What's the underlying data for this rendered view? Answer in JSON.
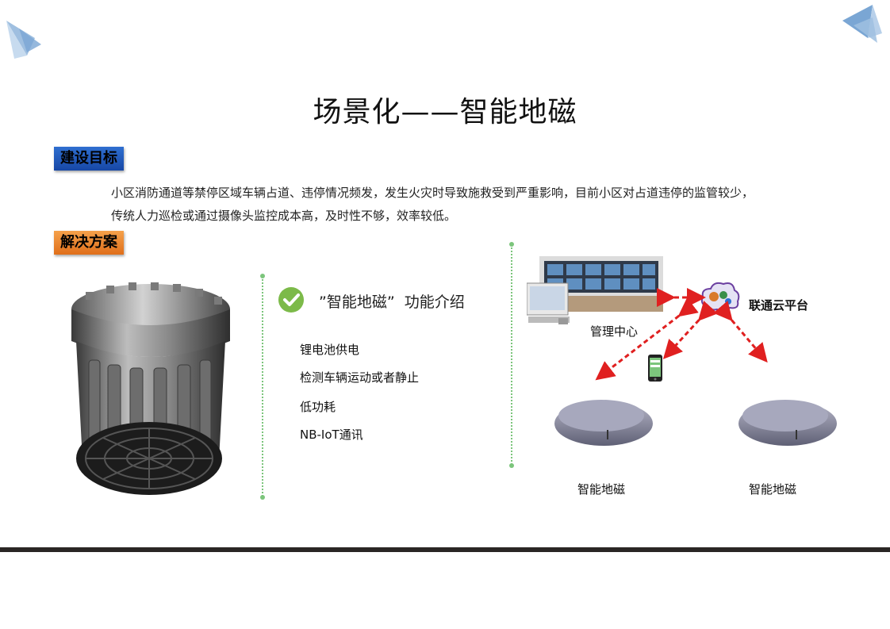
{
  "title": "场景化——智能地磁",
  "sections": {
    "goal": {
      "label": "建设目标",
      "paragraph": [
        "小区消防通道等禁停区域车辆占道、违停情况频发，发生火灾时导致施救受到严重影响，目前小区对占道违停的监管较少，",
        "传统人力巡检或通过摄像头监控成本高，及时性不够，效率较低。"
      ]
    },
    "solution": {
      "label": "解决方案"
    }
  },
  "features": {
    "heading": "”智能地磁”  功能介绍",
    "items": [
      "锂电池供电",
      "检测车辆运动或者静止",
      "低功耗",
      "NB-IoT通讯"
    ]
  },
  "diagram": {
    "management_center": "管理中心",
    "cloud_platform": "联通云平台",
    "sensors": [
      "智能地磁",
      "智能地磁"
    ]
  },
  "colors": {
    "goal_tag": "#1f56b8",
    "solution_tag": "#ea8a30",
    "divider": "#7cc57c",
    "check": "#7cba49",
    "arrow": "#e02020",
    "bottom_rule": "#2a2624"
  }
}
